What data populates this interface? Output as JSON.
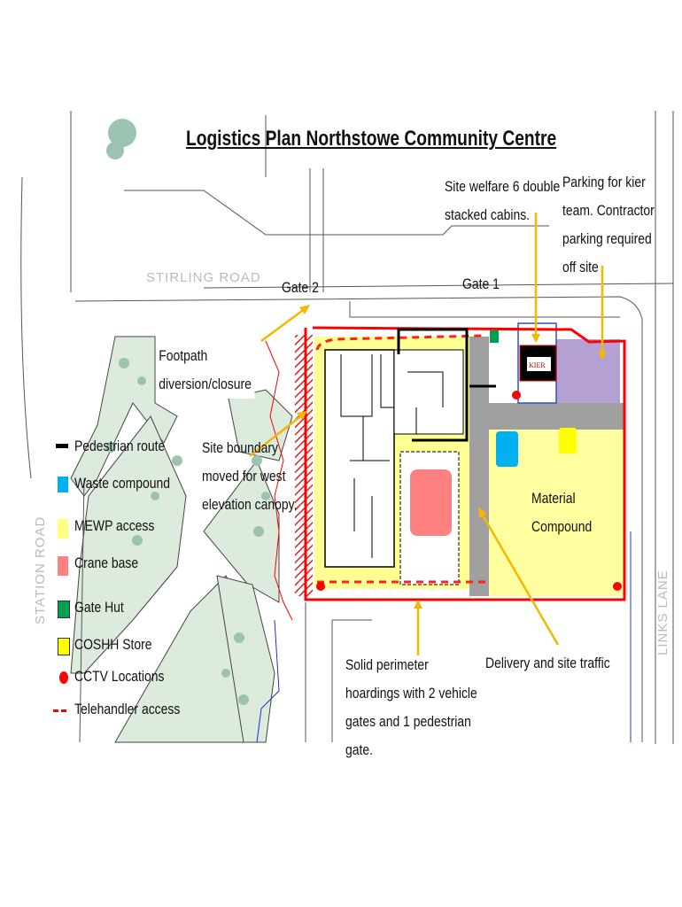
{
  "title": "Logistics Plan Northstowe Community Centre",
  "roads": {
    "stirling": "STIRLING ROAD",
    "station": "STATION ROAD",
    "links": "LINKS LANE"
  },
  "gates": {
    "gate1": "Gate 1",
    "gate2": "Gate 2"
  },
  "annotations": {
    "welfare": "Site welfare 6 double\nstacked cabins.",
    "parking": "Parking for kier\nteam. Contractor\nparking required\noff site",
    "footpath": "Footpath\ndiversion/closure",
    "boundary": "Site boundary\nmoved for west\nelevation canopy.",
    "material": "Material\nCompound",
    "perimeter": "Solid perimeter\nhoardings with 2 vehicle\ngates and 1 pedestrian\ngate.",
    "delivery": "Delivery and site traffic",
    "kier_logo": "KIER"
  },
  "legend": [
    {
      "label": "Pedestrian route",
      "color": "#000000",
      "kind": "line"
    },
    {
      "label": "Waste compound",
      "color": "#00b0f0",
      "kind": "box"
    },
    {
      "label": "MEWP access",
      "color": "#ffff80",
      "kind": "box"
    },
    {
      "label": "Crane base",
      "color": "#ff8080",
      "kind": "box"
    },
    {
      "label": "Gate Hut",
      "color": "#00a050",
      "kind": "box"
    },
    {
      "label": "COSHH Store",
      "color": "#ffff00",
      "kind": "box"
    },
    {
      "label": "CCTV Locations",
      "color": "#ff0000",
      "kind": "dot"
    },
    {
      "label": "Telehandler access",
      "color": "#ff0000",
      "kind": "dash"
    }
  ],
  "colors": {
    "boundary": "#ff0000",
    "arrow": "#f5b800",
    "compound": "#ffffa0",
    "parking": "#b4a0d2",
    "road": "#a0a0a0",
    "park": "#dcebdc"
  }
}
